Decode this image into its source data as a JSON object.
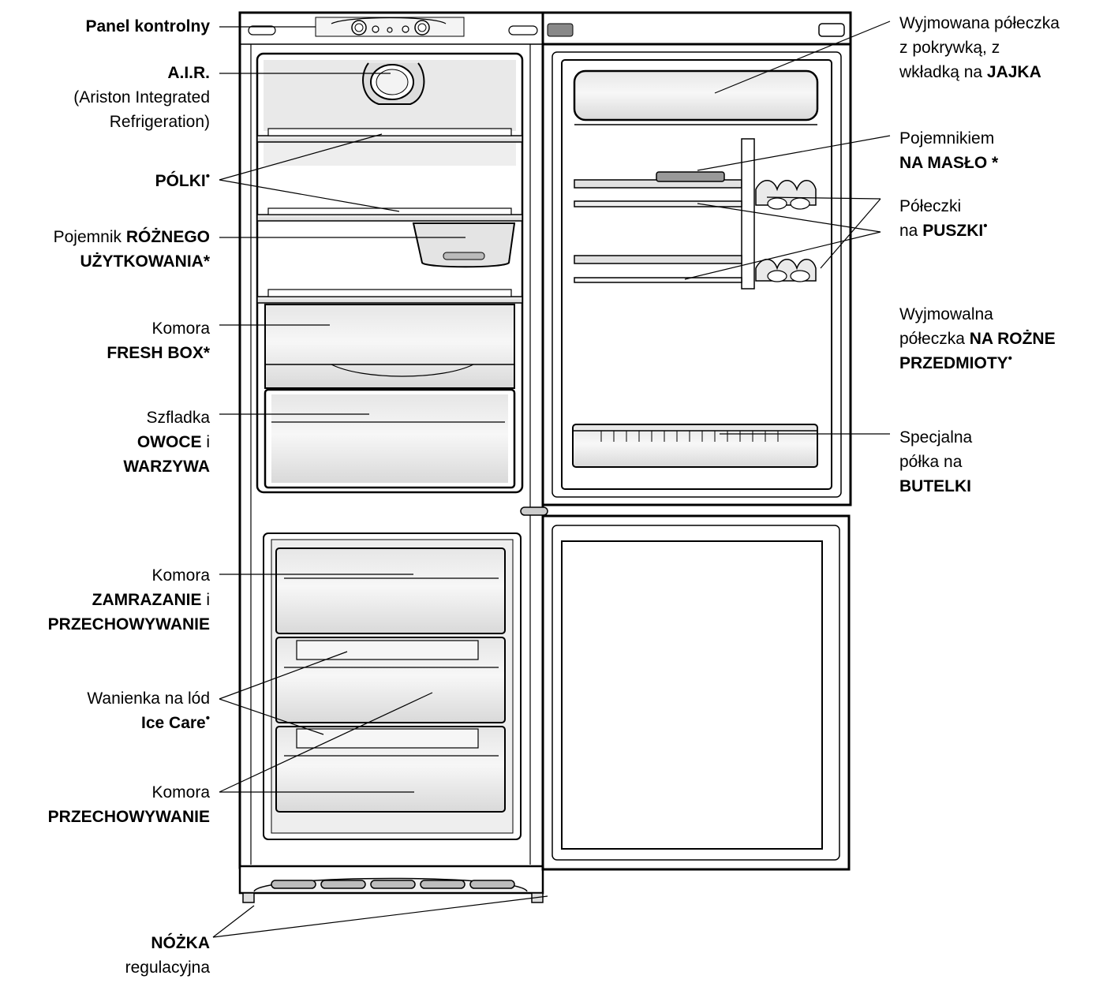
{
  "labels": {
    "control_panel": "Panel kontrolny",
    "air_1": "A.I.R.",
    "air_2": "(Ariston Integrated",
    "air_3": "Refrigeration)",
    "shelves": "PÓLKI",
    "multi_1_a": "Pojemnik ",
    "multi_1_b": "RÓŻNEGO",
    "multi_2": "UŻYTKOWANIA*",
    "fresh_1": "Komora",
    "fresh_2": "FRESH BOX*",
    "veg_1": "Szfladka",
    "veg_2_a": "OWOCE",
    "veg_2_b": " i",
    "veg_3": "WARZYWA",
    "freeze_1": "Komora",
    "freeze_2_a": "ZAMRAZANIE",
    "freeze_2_b": " i",
    "freeze_3": "PRZECHOWYWANIE",
    "ice_1": "Wanienka na lód",
    "ice_2": "Ice Care",
    "storage_1": "Komora",
    "storage_2": "PRZECHOWYWANIE",
    "foot_1": "NÓŻKA",
    "foot_2": "regulacyjna",
    "egg_1": "Wyjmowana półeczka",
    "egg_2": "z pokrywką, z",
    "egg_3_a": "wkładką na ",
    "egg_3_b": "JAJKA",
    "butter_1": "Pojemnikiem",
    "butter_2": "NA MASŁO *",
    "cans_1": "Półeczki",
    "cans_2_a": "na ",
    "cans_2_b": "PUSZKI",
    "misc_1": "Wyjmowalna",
    "misc_2_a": "półeczka ",
    "misc_2_b": "NA ROŻNE",
    "misc_3": "PRZEDMIOTY",
    "bottle_1": "Specjalna",
    "bottle_2": "półka na",
    "bottle_3": "BUTELKI",
    "dot": "•"
  }
}
